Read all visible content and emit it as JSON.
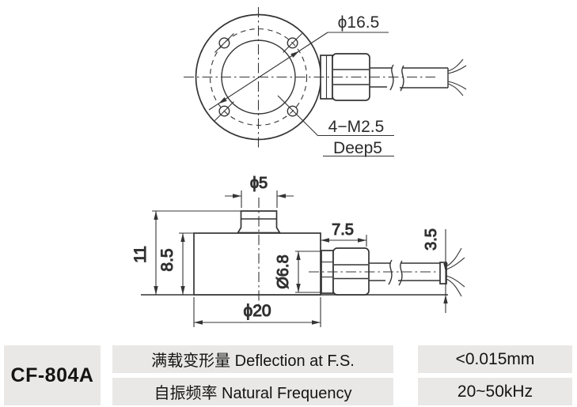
{
  "labels": {
    "bolt_circle_dia": "ϕ16.5",
    "mount_thread": "4−M2.5",
    "mount_depth": "Deep5",
    "button_dia": "ϕ5",
    "total_height": "11",
    "body_height": "8.5",
    "gland_dia": "Ø6.8",
    "gland_length": "7.5",
    "cable_offset": "3.5",
    "body_dia": "ϕ20"
  },
  "table": {
    "model": "CF-804A",
    "rows": [
      {
        "param": "满载变形量 Deflection at F.S.",
        "value": "<0.015mm"
      },
      {
        "param": "自振频率 Natural Frequency",
        "value": "20~50kHz"
      }
    ]
  },
  "colors": {
    "line": "#343434",
    "table_cell_bg": "#e9e8e6",
    "background": "#ffffff"
  }
}
